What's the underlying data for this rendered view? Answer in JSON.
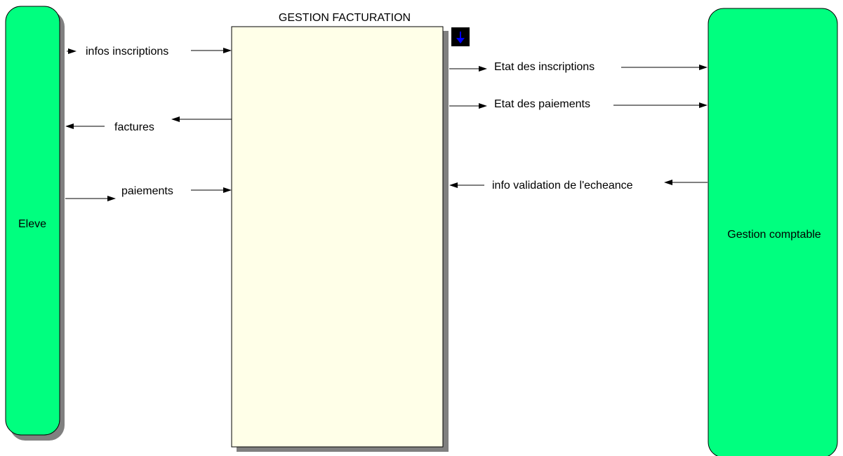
{
  "colors": {
    "actor_fill": "#00FF7F",
    "process_fill": "#FFFFE8",
    "shadow": "#808080",
    "outline": "#000000",
    "badge_fill": "#000000",
    "badge_arrow": "#0000FF"
  },
  "process": {
    "title": "GESTION FACTURATION",
    "badge_icon": "arrow-down-icon"
  },
  "actors": {
    "left": {
      "label": "Eleve"
    },
    "right": {
      "label": "Gestion comptable"
    }
  },
  "flows": {
    "infos_inscriptions": "infos inscriptions",
    "factures": "factures",
    "paiements": "paiements",
    "etat_inscriptions": "Etat des inscriptions",
    "etat_paiements": "Etat des paiements",
    "info_validation": "info validation de l'echeance"
  }
}
